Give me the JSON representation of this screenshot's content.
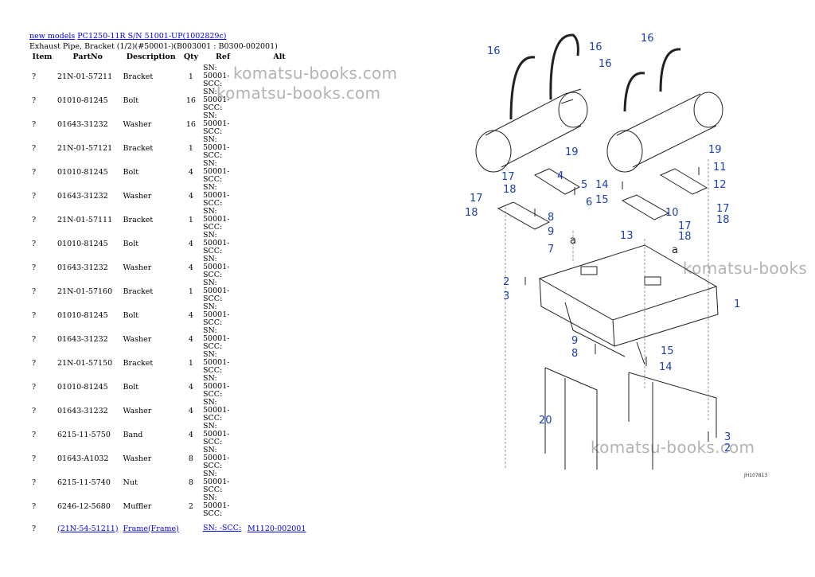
{
  "breadcrumb": {
    "models_link": "new models",
    "model_link": "PC1250-11R S/N 51001-UP(1002829c)"
  },
  "subtitle": "Exhaust Pipe, Bracket (1/2)(#50001-)(B003001 : B0300-002001)",
  "table": {
    "headers": [
      "Item",
      "PartNo",
      "Description",
      "Qty",
      "Ref",
      "Alt"
    ],
    "rows": [
      {
        "item": "?",
        "part": "21N-01-57211",
        "desc": "Bracket",
        "qty": "1",
        "ref": "SN: 50001-SCC:",
        "alt": ""
      },
      {
        "item": "?",
        "part": "01010-81245",
        "desc": "Bolt",
        "qty": "16",
        "ref": "SN: 50001-SCC:",
        "alt": ""
      },
      {
        "item": "?",
        "part": "01643-31232",
        "desc": "Washer",
        "qty": "16",
        "ref": "SN: 50001-SCC:",
        "alt": ""
      },
      {
        "item": "?",
        "part": "21N-01-57121",
        "desc": "Bracket",
        "qty": "1",
        "ref": "SN: 50001-SCC:",
        "alt": ""
      },
      {
        "item": "?",
        "part": "01010-81245",
        "desc": "Bolt",
        "qty": "4",
        "ref": "SN: 50001-SCC:",
        "alt": ""
      },
      {
        "item": "?",
        "part": "01643-31232",
        "desc": "Washer",
        "qty": "4",
        "ref": "SN: 50001-SCC:",
        "alt": ""
      },
      {
        "item": "?",
        "part": "21N-01-57111",
        "desc": "Bracket",
        "qty": "1",
        "ref": "SN: 50001-SCC:",
        "alt": ""
      },
      {
        "item": "?",
        "part": "01010-81245",
        "desc": "Bolt",
        "qty": "4",
        "ref": "SN: 50001-SCC:",
        "alt": ""
      },
      {
        "item": "?",
        "part": "01643-31232",
        "desc": "Washer",
        "qty": "4",
        "ref": "SN: 50001-SCC:",
        "alt": ""
      },
      {
        "item": "?",
        "part": "21N-01-57160",
        "desc": "Bracket",
        "qty": "1",
        "ref": "SN: 50001-SCC:",
        "alt": ""
      },
      {
        "item": "?",
        "part": "01010-81245",
        "desc": "Bolt",
        "qty": "4",
        "ref": "SN: 50001-SCC:",
        "alt": ""
      },
      {
        "item": "?",
        "part": "01643-31232",
        "desc": "Washer",
        "qty": "4",
        "ref": "SN: 50001-SCC:",
        "alt": ""
      },
      {
        "item": "?",
        "part": "21N-01-57150",
        "desc": "Bracket",
        "qty": "1",
        "ref": "SN: 50001-SCC:",
        "alt": ""
      },
      {
        "item": "?",
        "part": "01010-81245",
        "desc": "Bolt",
        "qty": "4",
        "ref": "SN: 50001-SCC:",
        "alt": ""
      },
      {
        "item": "?",
        "part": "01643-31232",
        "desc": "Washer",
        "qty": "4",
        "ref": "SN: 50001-SCC:",
        "alt": ""
      },
      {
        "item": "?",
        "part": "6215-11-5750",
        "desc": "Band",
        "qty": "4",
        "ref": "SN: 50001-SCC:",
        "alt": ""
      },
      {
        "item": "?",
        "part": "01643-A1032",
        "desc": "Washer",
        "qty": "8",
        "ref": "SN: 50001-SCC:",
        "alt": ""
      },
      {
        "item": "?",
        "part": "6215-11-5740",
        "desc": "Nut",
        "qty": "8",
        "ref": "SN: 50001-SCC:",
        "alt": ""
      },
      {
        "item": "?",
        "part": "6246-12-5680",
        "desc": "Muffler",
        "qty": "2",
        "ref": "SN: 50001-SCC:",
        "alt": ""
      }
    ],
    "link_row": {
      "item": "?",
      "part": "(21N-54-51211)",
      "desc": "Frame(Frame)",
      "qty": "",
      "ref": "SN: -SCC:",
      "alt": "M1120-002001"
    }
  },
  "watermarks": [
    "komatsu-books.com",
    "komatsu-books.com",
    "komatsu-books",
    "komatsu-books.com"
  ],
  "diagram": {
    "code": "JH107813",
    "callouts": [
      "16",
      "16",
      "16",
      "16",
      "19",
      "19",
      "17",
      "18",
      "4",
      "5",
      "6",
      "17",
      "18",
      "8",
      "9",
      "7",
      "a",
      "14",
      "15",
      "11",
      "12",
      "10",
      "17",
      "18",
      "13",
      "a",
      "17",
      "18",
      "2",
      "3",
      "1",
      "9",
      "8",
      "15",
      "14",
      "20",
      "3",
      "2"
    ]
  },
  "colors": {
    "link": "#0000ee",
    "callout": "#1a3fb0",
    "watermark": "#9a9a9a"
  }
}
